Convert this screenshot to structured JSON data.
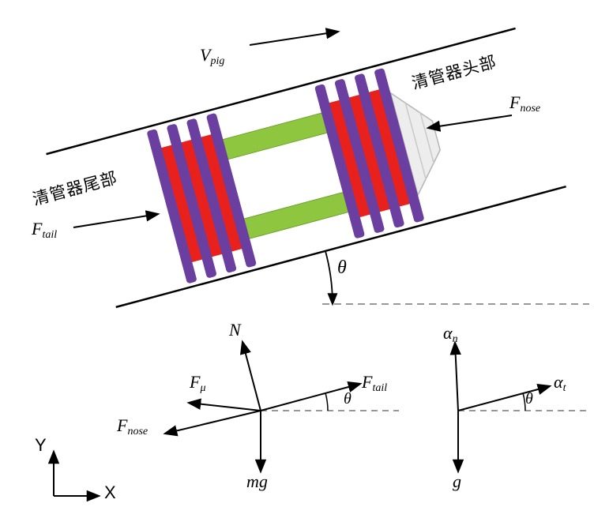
{
  "colors": {
    "purple": "#6b3fa0",
    "red": "#e8211d",
    "green": "#8fc640",
    "nose_fill": "#ededed",
    "nose_edge": "#b5b5b5",
    "line": "#000000",
    "dash": "#777777"
  },
  "pipe": {
    "v_pig": {
      "base": "V",
      "sub": "pig"
    },
    "head_label": "清管器头部",
    "tail_label": "清管器尾部",
    "f_nose": {
      "base": "F",
      "sub": "nose"
    },
    "f_tail": {
      "base": "F",
      "sub": "tail"
    },
    "theta": "θ"
  },
  "forces": {
    "normal": "N",
    "friction": {
      "base": "F",
      "sub": "μ"
    },
    "f_nose": {
      "base": "F",
      "sub": "nose"
    },
    "f_tail": {
      "base": "F",
      "sub": "tail"
    },
    "weight": "mg",
    "theta": "θ"
  },
  "accel": {
    "a_n": {
      "base": "α",
      "sub": "n"
    },
    "a_t": {
      "base": "α",
      "sub": "t"
    },
    "g": "g",
    "theta": "θ"
  },
  "axes": {
    "x": "X",
    "y": "Y"
  }
}
